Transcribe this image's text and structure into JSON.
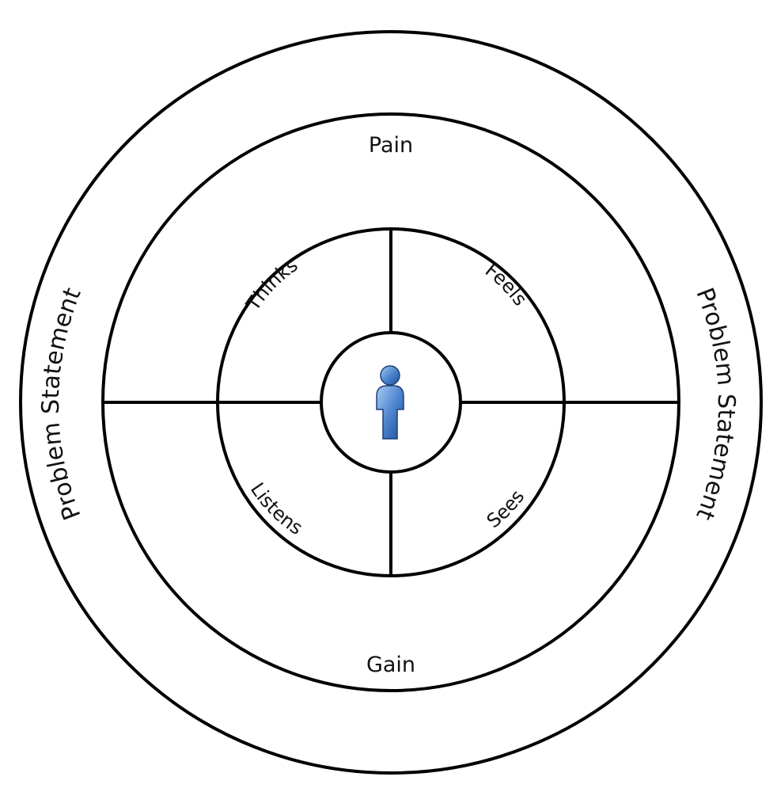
{
  "diagram": {
    "outer_ring": {
      "left_label": "Problem Statement",
      "right_label": "Problem Statement"
    },
    "middle_ring": {
      "top_label": "Pain",
      "bottom_label": "Gain"
    },
    "inner_ring": {
      "quadrants": {
        "top_left": "Thinks",
        "top_right": "Feels",
        "bottom_left": "Listens",
        "bottom_right": "Sees"
      }
    },
    "center": {
      "icon": "person-icon"
    }
  },
  "colors": {
    "stroke": "#000000",
    "background": "#ffffff",
    "person_light": "#8fb8e8",
    "person_dark": "#1f4f99"
  }
}
